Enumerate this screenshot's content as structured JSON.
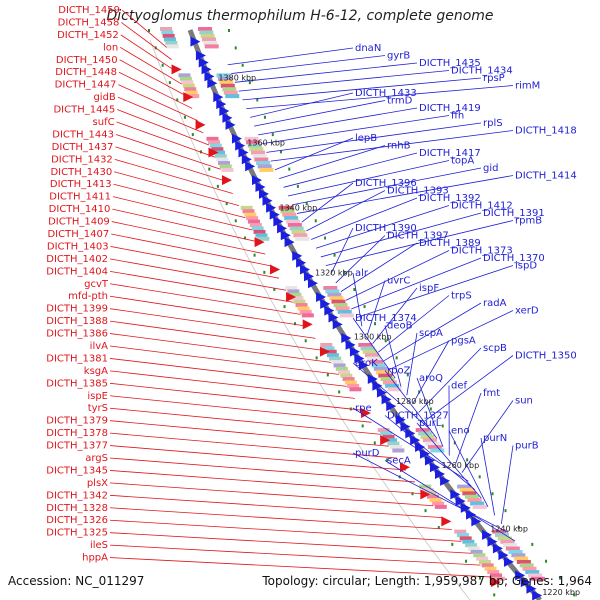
{
  "title": "Dictyoglomus thermophilum H-6-12, complete genome",
  "accession": "Accession: NC_011297",
  "footer": "Topology: circular; Length: 1,959,987 bp; Genes: 1,964",
  "colors": {
    "forward": "#e0151c",
    "reverse": "#1a1ee0",
    "leftLine": "#e0151c",
    "rightLine": "#1e1ed6",
    "tick": "#2a8a2a"
  },
  "kbp_markers": [
    "1380 kbp",
    "1360 kbp",
    "1340 kbp",
    "1320 kbp",
    "1300 kbp",
    "1280 kbp",
    "1260 kbp",
    "1240 kbp",
    "1220 kbp"
  ],
  "left_labels": [
    "DICTH_1459",
    "DICTH_1458",
    "DICTH_1452",
    "lon",
    "DICTH_1450",
    "DICTH_1448",
    "DICTH_1447",
    "gidB",
    "DICTH_1445",
    "sufC",
    "DICTH_1443",
    "DICTH_1437",
    "DICTH_1432",
    "DICTH_1430",
    "DICTH_1413",
    "DICTH_1411",
    "DICTH_1410",
    "DICTH_1409",
    "DICTH_1407",
    "DICTH_1403",
    "DICTH_1402",
    "DICTH_1404",
    "gcvT",
    "mfd-pth",
    "DICTH_1399",
    "DICTH_1388",
    "DICTH_1386",
    "ilvA",
    "DICTH_1381",
    "ksgA",
    "DICTH_1385",
    "ispE",
    "tyrS",
    "DICTH_1379",
    "DICTH_1378",
    "DICTH_1377",
    "argS",
    "DICTH_1345",
    "plsX",
    "DICTH_1342",
    "DICTH_1328",
    "DICTH_1326",
    "DICTH_1325",
    "ileS",
    "hppA"
  ],
  "right_labels": [
    "dnaN",
    "gyrB",
    "DICTH_1435",
    "DICTH_1434",
    "rpsP",
    "rimM",
    "DICTH_1433",
    "trmD",
    "DICTH_1419",
    "ffh",
    "rplS",
    "DICTH_1418",
    "lepB",
    "rnhB",
    "DICTH_1417",
    "topA",
    "gid",
    "DICTH_1414",
    "DICTH_1396",
    "DICTH_1393",
    "DICTH_1392",
    "DICTH_1412",
    "DICTH_1391",
    "rpmB",
    "DICTH_1390",
    "DICTH_1397",
    "DICTH_1389",
    "DICTH_1373",
    "DICTH_1370",
    "ispD",
    "alr",
    "uvrC",
    "ispF",
    "trpS",
    "radA",
    "xerD",
    "DICTH_1374",
    "deoB",
    "scpA",
    "pgsA",
    "scpB",
    "DICTH_1350",
    "aroK",
    "rpoZ",
    "aroQ",
    "def",
    "fmt",
    "sun",
    "rpe",
    "DICTH_1327",
    "purL",
    "eno",
    "purN",
    "purB",
    "purD",
    "secA"
  ]
}
